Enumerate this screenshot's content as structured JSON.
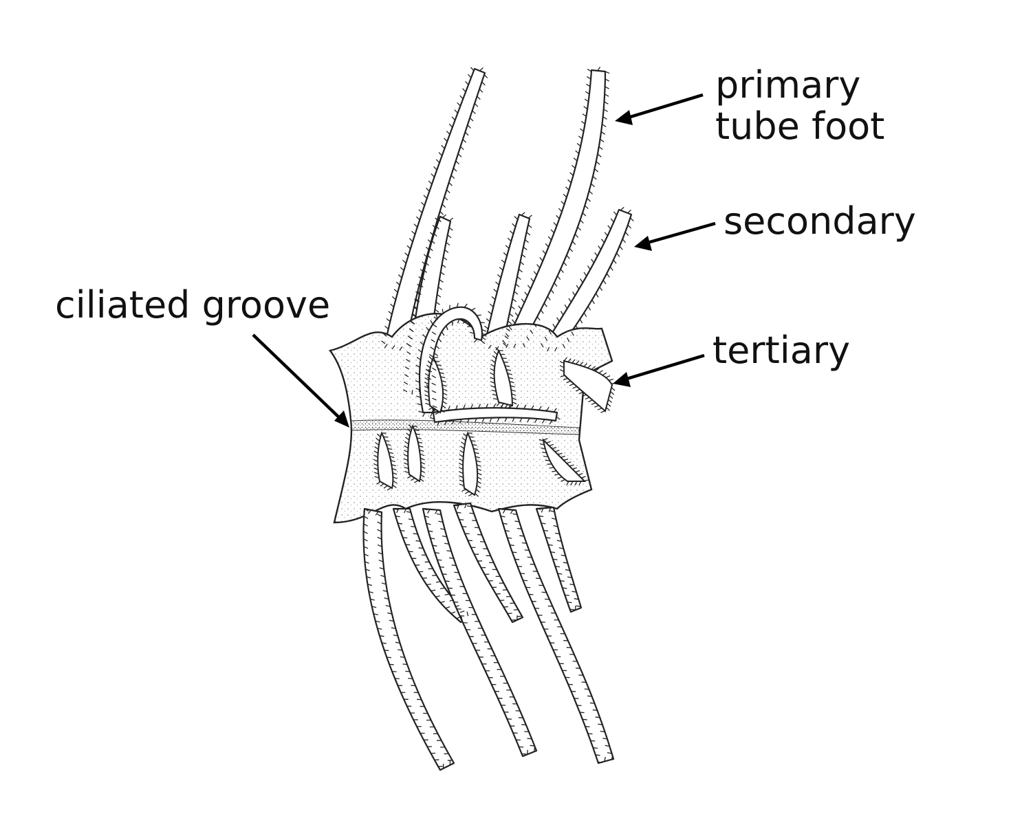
{
  "labels": {
    "primary_tube_foot": [
      "primary",
      "tube foot"
    ],
    "secondary": "secondary",
    "tertiary": "tertiary",
    "ciliated_groove": "ciliated groove"
  },
  "colors": {
    "ink": "#111111",
    "background": "#ffffff"
  }
}
